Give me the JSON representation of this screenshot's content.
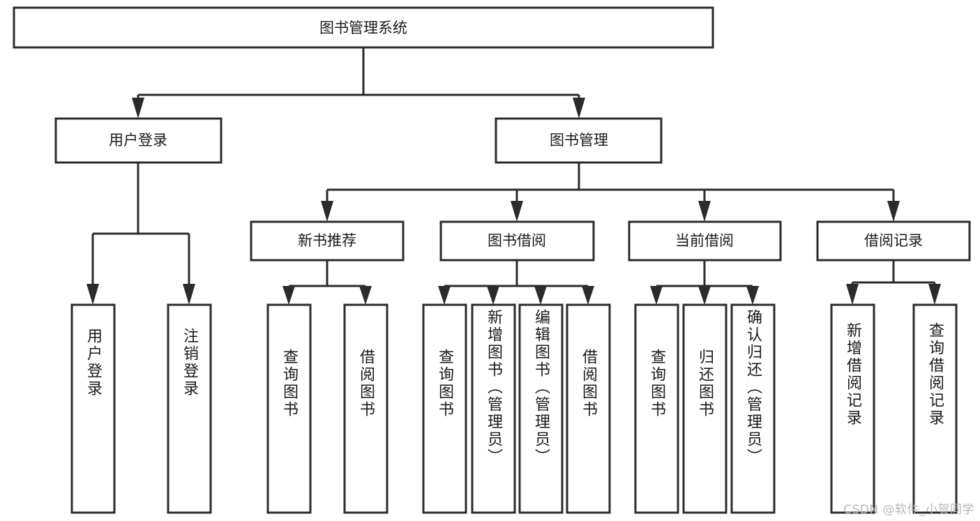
{
  "diagram": {
    "title_node": {
      "label": "图书管理系统"
    },
    "level2": [
      {
        "label": "用户登录"
      },
      {
        "label": "图书管理"
      }
    ],
    "level3": [
      {
        "label": "新书推荐"
      },
      {
        "label": "图书借阅"
      },
      {
        "label": "当前借阅"
      },
      {
        "label": "借阅记录"
      }
    ],
    "leaves": {
      "user_login": [
        {
          "label": "用户登录"
        },
        {
          "label": "注销登录"
        }
      ],
      "new_book_recommend": [
        {
          "label": "查询图书"
        },
        {
          "label": "借阅图书"
        }
      ],
      "book_borrow": [
        {
          "label": "查询图书"
        },
        {
          "label": "新增图书（管理员）"
        },
        {
          "label": "编辑图书（管理员）"
        },
        {
          "label": "借阅图书"
        }
      ],
      "current_borrow": [
        {
          "label": "查询图书"
        },
        {
          "label": "归还图书"
        },
        {
          "label": "确认归还（管理员）"
        }
      ],
      "borrow_record": [
        {
          "label": "新增借阅记录"
        },
        {
          "label": "查询借阅记录"
        }
      ]
    },
    "watermark": "CSDN @软件_小贺同学",
    "colors": {
      "stroke": "#2b2b2b",
      "fill": "#ffffff",
      "text": "#1a1a1a",
      "watermark": "#b7b7b7"
    }
  }
}
